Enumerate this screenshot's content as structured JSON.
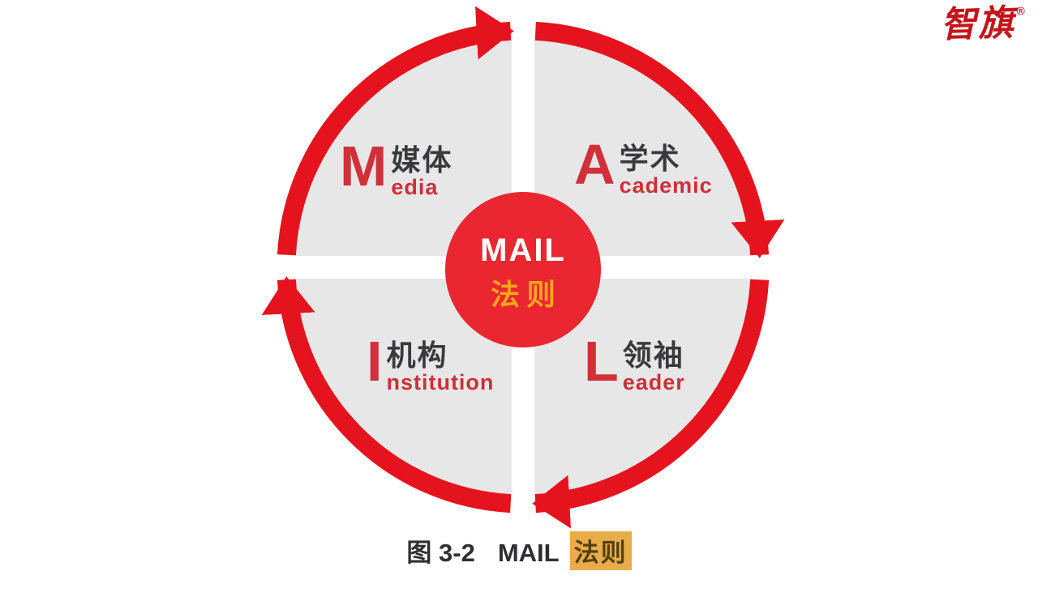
{
  "logo": {
    "text": "智旗",
    "registered": "®"
  },
  "colors": {
    "ring_red": "#E5131D",
    "center_red": "#EA2630",
    "quadrant_gray": "#E7E7E8",
    "letter_red": "#D13038",
    "english_red": "#CE2F38",
    "chinese_dark": "#3A3A3E",
    "center_title_color": "#FFFFFF",
    "center_subtitle_gold": "#F8A41F",
    "caption_highlight_bg": "#E8AD4B",
    "logo_red": "#C4151C"
  },
  "center": {
    "title": "MAIL",
    "subtitle": "法则"
  },
  "quadrants": [
    {
      "letter": "M",
      "chinese": "媒体",
      "english_rest": "edia",
      "position": "top-left"
    },
    {
      "letter": "A",
      "chinese": "学术",
      "english_rest": "cademic",
      "position": "top-right"
    },
    {
      "letter": "I",
      "chinese": "机构",
      "english_rest": "nstitution",
      "position": "bottom-left"
    },
    {
      "letter": "L",
      "chinese": "领袖",
      "english_rest": "eader",
      "position": "bottom-right"
    }
  ],
  "caption": {
    "figure_label": "图 3-2",
    "title": "MAIL",
    "highlighted": "法则"
  }
}
